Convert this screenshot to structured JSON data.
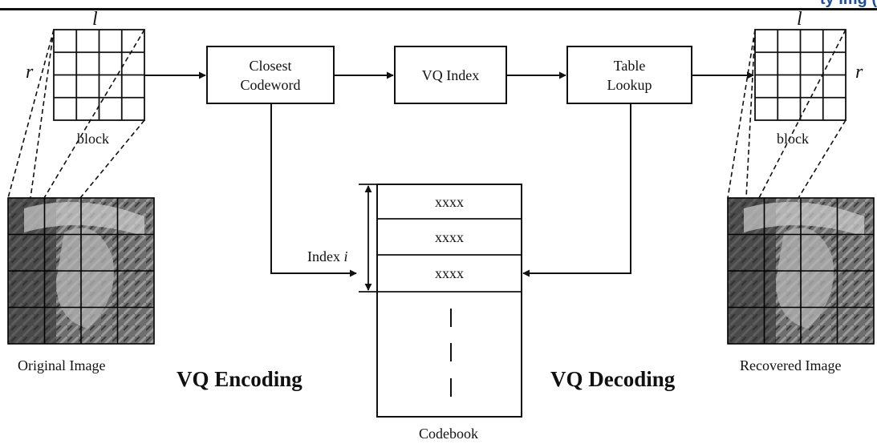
{
  "header": {
    "left_text": "",
    "right_text": "ty Img (",
    "right_color": "#1f4e9a"
  },
  "nodes": {
    "closest_codeword": [
      "Closest",
      "Codeword"
    ],
    "vq_index": "VQ Index",
    "table_lookup": [
      "Table",
      "Lookup"
    ],
    "codebook_entries": [
      "xxxx",
      "xxxx",
      "xxxx"
    ],
    "codebook": "Codebook",
    "index_label": "Index",
    "index_var": "i"
  },
  "labels": {
    "block_dim_l": "l",
    "block_dim_r": "r",
    "block_left": "block",
    "block_right": "block",
    "original_image": "Original Image",
    "recovered_image": "Recovered Image",
    "vq_encoding": "VQ Encoding",
    "vq_decoding": "VQ Decoding"
  },
  "grid": {
    "block_cells": 4,
    "image_cells": 4
  }
}
